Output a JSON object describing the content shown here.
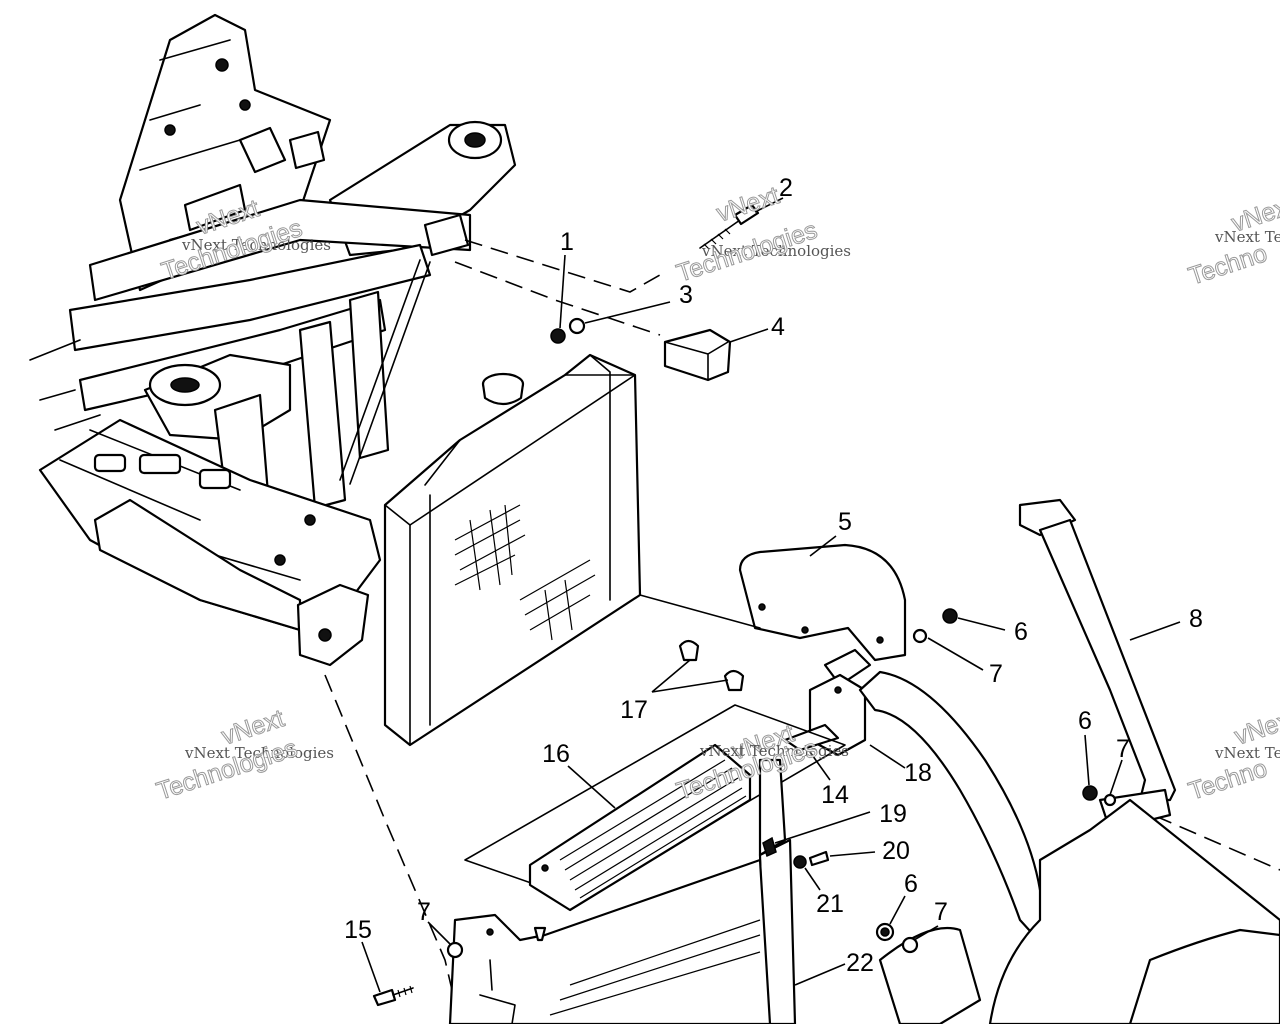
{
  "callouts": [
    {
      "id": "c1",
      "text": "1"
    },
    {
      "id": "c2",
      "text": "2"
    },
    {
      "id": "c3",
      "text": "3"
    },
    {
      "id": "c4",
      "text": "4"
    },
    {
      "id": "c5",
      "text": "5"
    },
    {
      "id": "c6a",
      "text": "6"
    },
    {
      "id": "c6b",
      "text": "6"
    },
    {
      "id": "c6c",
      "text": "6"
    },
    {
      "id": "c7a",
      "text": "7"
    },
    {
      "id": "c7b",
      "text": "7"
    },
    {
      "id": "c7c",
      "text": "7"
    },
    {
      "id": "c7d",
      "text": "7"
    },
    {
      "id": "c8",
      "text": "8"
    },
    {
      "id": "c14",
      "text": "14"
    },
    {
      "id": "c15",
      "text": "15"
    },
    {
      "id": "c16",
      "text": "16"
    },
    {
      "id": "c17",
      "text": "17"
    },
    {
      "id": "c18",
      "text": "18"
    },
    {
      "id": "c19",
      "text": "19"
    },
    {
      "id": "c20",
      "text": "20"
    },
    {
      "id": "c21",
      "text": "21"
    },
    {
      "id": "c22",
      "text": "22"
    }
  ],
  "watermark": {
    "line1": "vNext Technologies",
    "line2": "Technologies",
    "line3": "vNext",
    "edge_line1": "vNext Tec",
    "edge_line2": "Techno"
  }
}
